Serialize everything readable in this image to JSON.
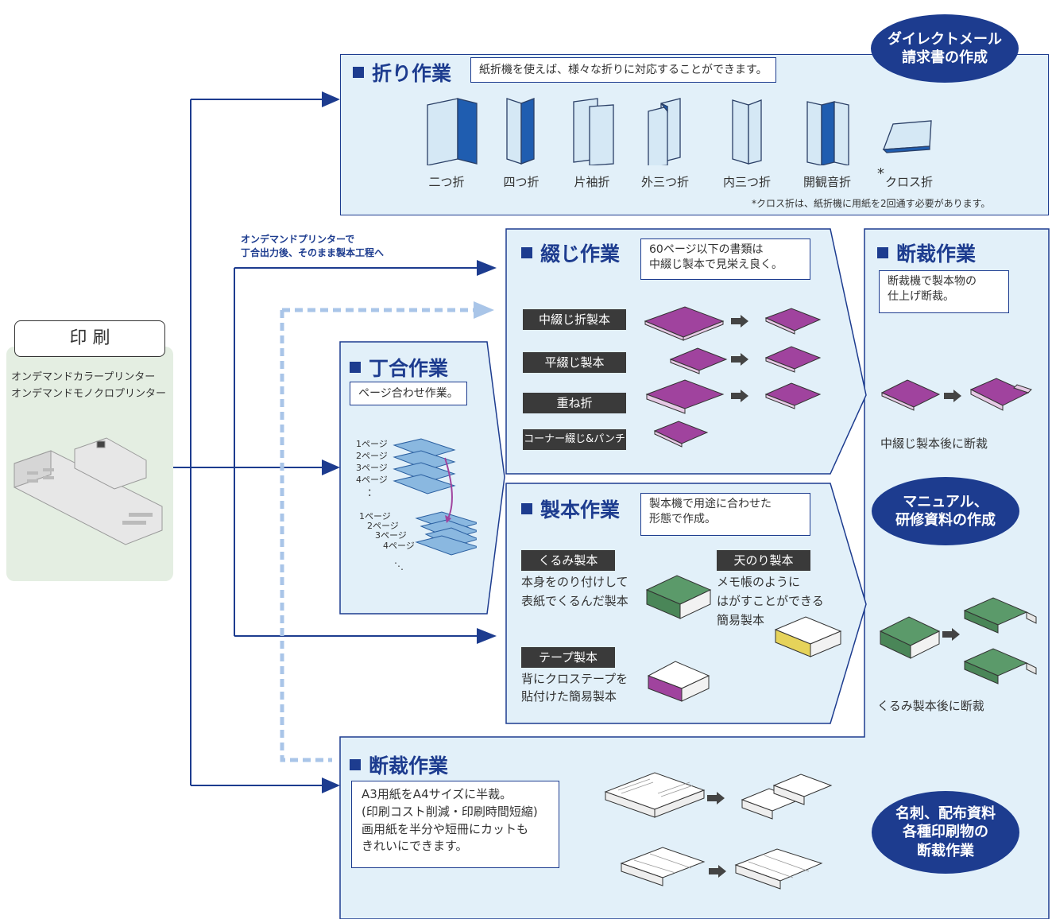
{
  "print": {
    "title": "印 刷",
    "line1": "オンデマンドカラープリンター",
    "line2": "オンデマンドモノクロプリンター"
  },
  "folding": {
    "heading": "折り作業",
    "note": "紙折機を使えば、様々な折りに対応することができます。",
    "types": [
      "二つ折",
      "四つ折",
      "片袖折",
      "外三つ折",
      "内三つ折",
      "開観音折",
      "クロス折"
    ],
    "cross_mark": "*",
    "footnote": "*クロス折は、紙折機に用紙を2回通す必要があります。"
  },
  "oval_dm": {
    "line1": "ダイレクトメール",
    "line2": "請求書の作成"
  },
  "arrow_note": {
    "line1": "オンデマンドプリンターで",
    "line2": "丁合出力後、そのまま製本工程へ"
  },
  "binding": {
    "heading": "綴じ作業",
    "note1": "60ページ以下の書類は",
    "note2": "中綴じ製本で見栄え良く。",
    "items": [
      "中綴じ折製本",
      "平綴じ製本",
      "重ね折",
      "コーナー綴じ&パンチ"
    ]
  },
  "collating": {
    "heading": "丁合作業",
    "note": "ページ合わせ作業。",
    "pages_top": [
      "1ページ",
      "2ページ",
      "3ページ",
      "4ページ"
    ],
    "pages_bottom": [
      "1ページ",
      "2ページ",
      "3ページ",
      "4ページ"
    ],
    "dots": "："
  },
  "bookmaking": {
    "heading": "製本作業",
    "note1": "製本機で用途に合わせた",
    "note2": "形態で作成。",
    "kurumi": {
      "label": "くるみ製本",
      "desc1": "本身をのり付けして",
      "desc2": "表紙でくるんだ製本"
    },
    "tennori": {
      "label": "天のり製本",
      "desc1": "メモ帳のように",
      "desc2": "はがすことができる",
      "desc3": "簡易製本"
    },
    "tape": {
      "label": "テープ製本",
      "desc1": "背にクロステープを",
      "desc2": "貼付けた簡易製本"
    }
  },
  "cutting_right": {
    "heading": "断裁作業",
    "note1": "断裁機で製本物の",
    "note2": "仕上げ断裁。",
    "caption1": "中綴じ製本後に断裁",
    "caption2": "くるみ製本後に断裁"
  },
  "oval_manual": {
    "line1": "マニュアル、",
    "line2": "研修資料の作成"
  },
  "cutting_bottom": {
    "heading": "断裁作業",
    "line1": "A3用紙をA4サイズに半裁。",
    "line2": "(印刷コスト削減・印刷時間短縮)",
    "line3": "画用紙を半分や短冊にカットも",
    "line4": "きれいにできます。"
  },
  "oval_cards": {
    "line1": "名刺、配布資料",
    "line2": "各種印刷物の",
    "line3": "断裁作業"
  },
  "colors": {
    "navy": "#1d3c8f",
    "panel": "#e2f0f9",
    "magenta": "#a0439e",
    "green": "#5b9a6a",
    "dash": "#a9c5e8"
  }
}
